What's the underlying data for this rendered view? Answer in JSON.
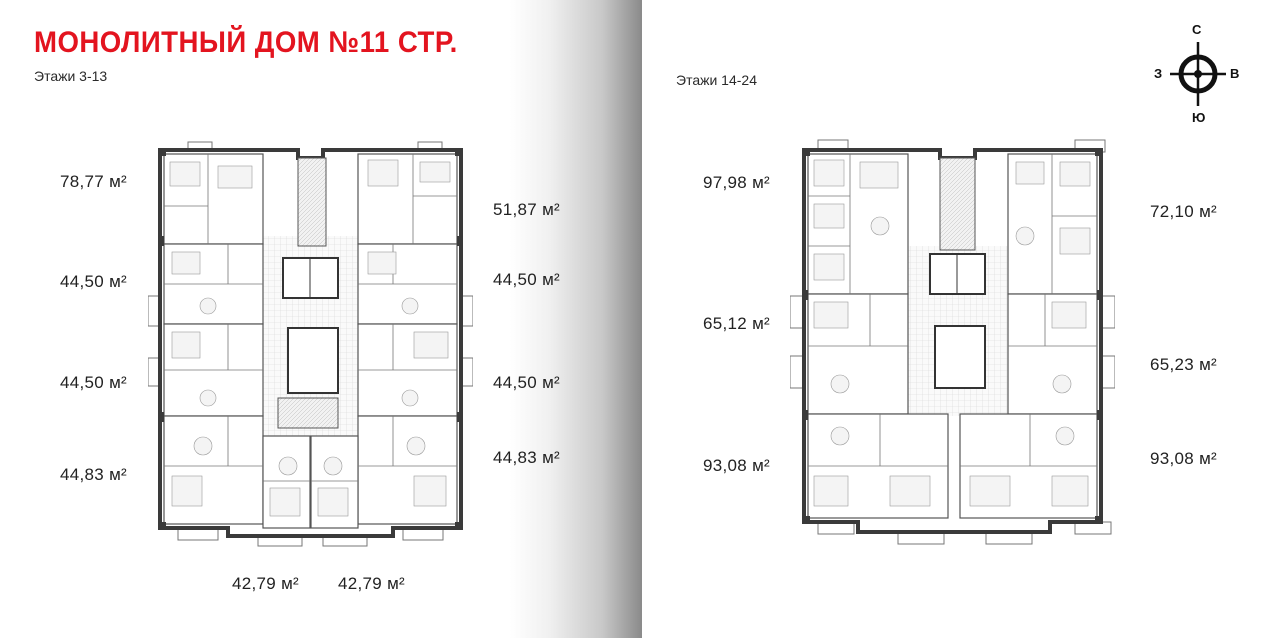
{
  "title": "МОНОЛИТНЫЙ ДОМ №11 СТР.",
  "left": {
    "floors_label": "Этажи 3-13",
    "areas": {
      "l1": "78,77 м²",
      "l2": "44,50 м²",
      "l3": "44,50 м²",
      "l4": "44,83 м²",
      "r1": "51,87 м²",
      "r2": "44,50 м²",
      "r3": "44,50 м²",
      "r4": "44,83 м²",
      "b1": "42,79 м²",
      "b2": "42,79 м²"
    }
  },
  "right": {
    "floors_label": "Этажи 14-24",
    "areas": {
      "l1": "97,98 м²",
      "l2": "65,12 м²",
      "l3": "93,08 м²",
      "r1": "72,10 м²",
      "r2": "65,23 м²",
      "r3": "93,08 м²"
    }
  },
  "compass": {
    "north": "С",
    "south": "Ю",
    "west": "З",
    "east": "В"
  },
  "colors": {
    "title": "#e3141f",
    "wall": "#3a3a3a",
    "floor_tile": "#d9d9d9"
  }
}
